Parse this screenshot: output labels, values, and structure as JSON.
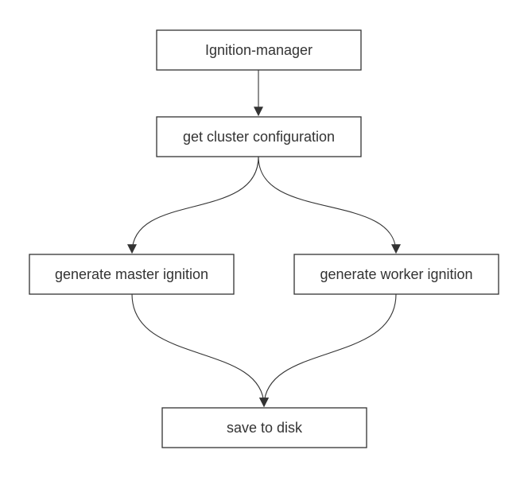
{
  "diagram": {
    "type": "flowchart",
    "nodes": [
      {
        "id": "ignition_manager",
        "label": "Ignition-manager"
      },
      {
        "id": "get_cluster_config",
        "label": "get cluster configuration"
      },
      {
        "id": "gen_master",
        "label": "generate master ignition"
      },
      {
        "id": "gen_worker",
        "label": "generate worker ignition"
      },
      {
        "id": "save_disk",
        "label": "save to disk"
      }
    ],
    "edges": [
      {
        "from": "ignition_manager",
        "to": "get_cluster_config"
      },
      {
        "from": "get_cluster_config",
        "to": "gen_master"
      },
      {
        "from": "get_cluster_config",
        "to": "gen_worker"
      },
      {
        "from": "gen_master",
        "to": "save_disk"
      },
      {
        "from": "gen_worker",
        "to": "save_disk"
      }
    ],
    "colors": {
      "stroke": "#333333",
      "fill": "#ffffff",
      "text": "#333333"
    }
  }
}
